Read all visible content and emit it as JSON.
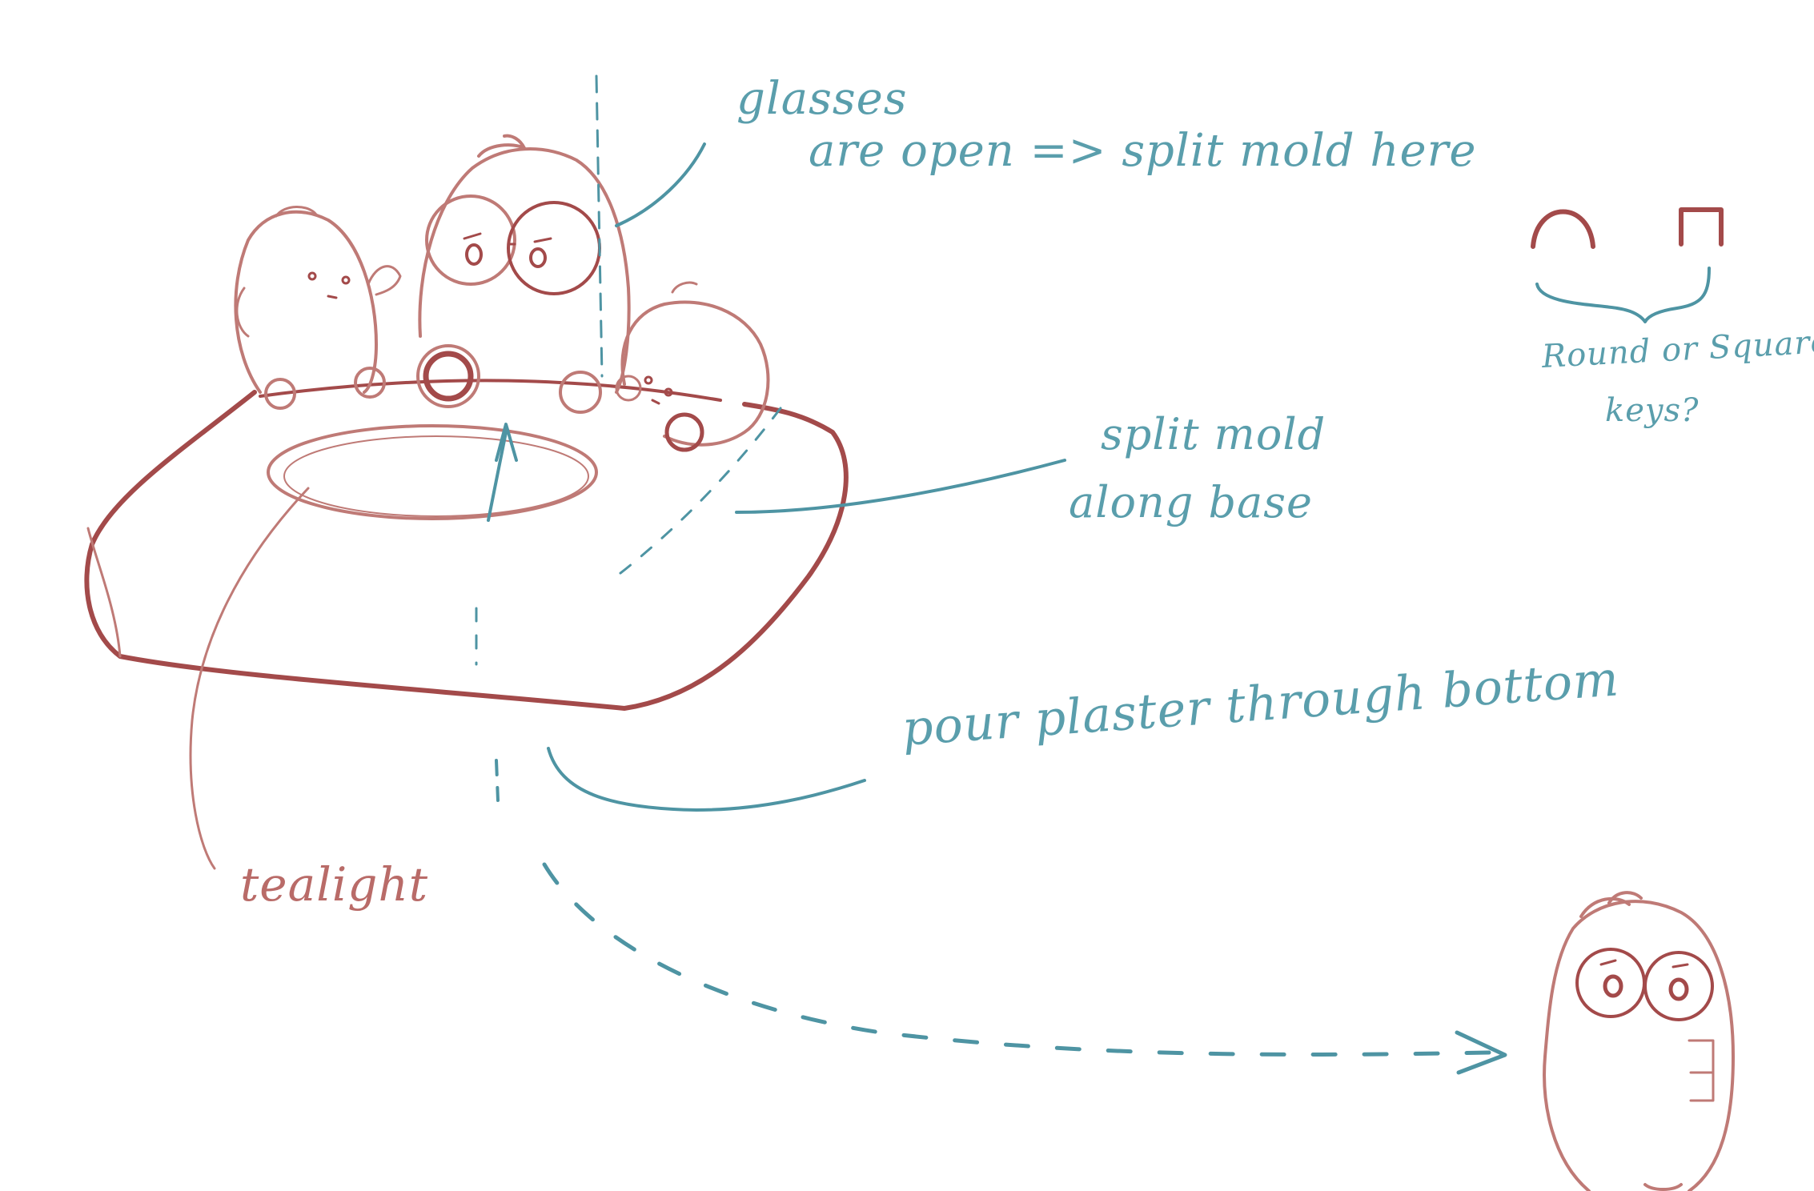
{
  "annotations": {
    "glasses_line1": "glasses",
    "glasses_line2": "are open => split mold here",
    "split_mold_line1": "split mold",
    "split_mold_line2": "along base",
    "pour_plaster": "pour plaster through bottom",
    "tealight": "tealight",
    "keys_line1": "Round or Square",
    "keys_line2": "keys?"
  },
  "colors": {
    "outline_red": "#a34a4a",
    "annotation_teal": "#4e94a3",
    "background": "#ffffff"
  }
}
